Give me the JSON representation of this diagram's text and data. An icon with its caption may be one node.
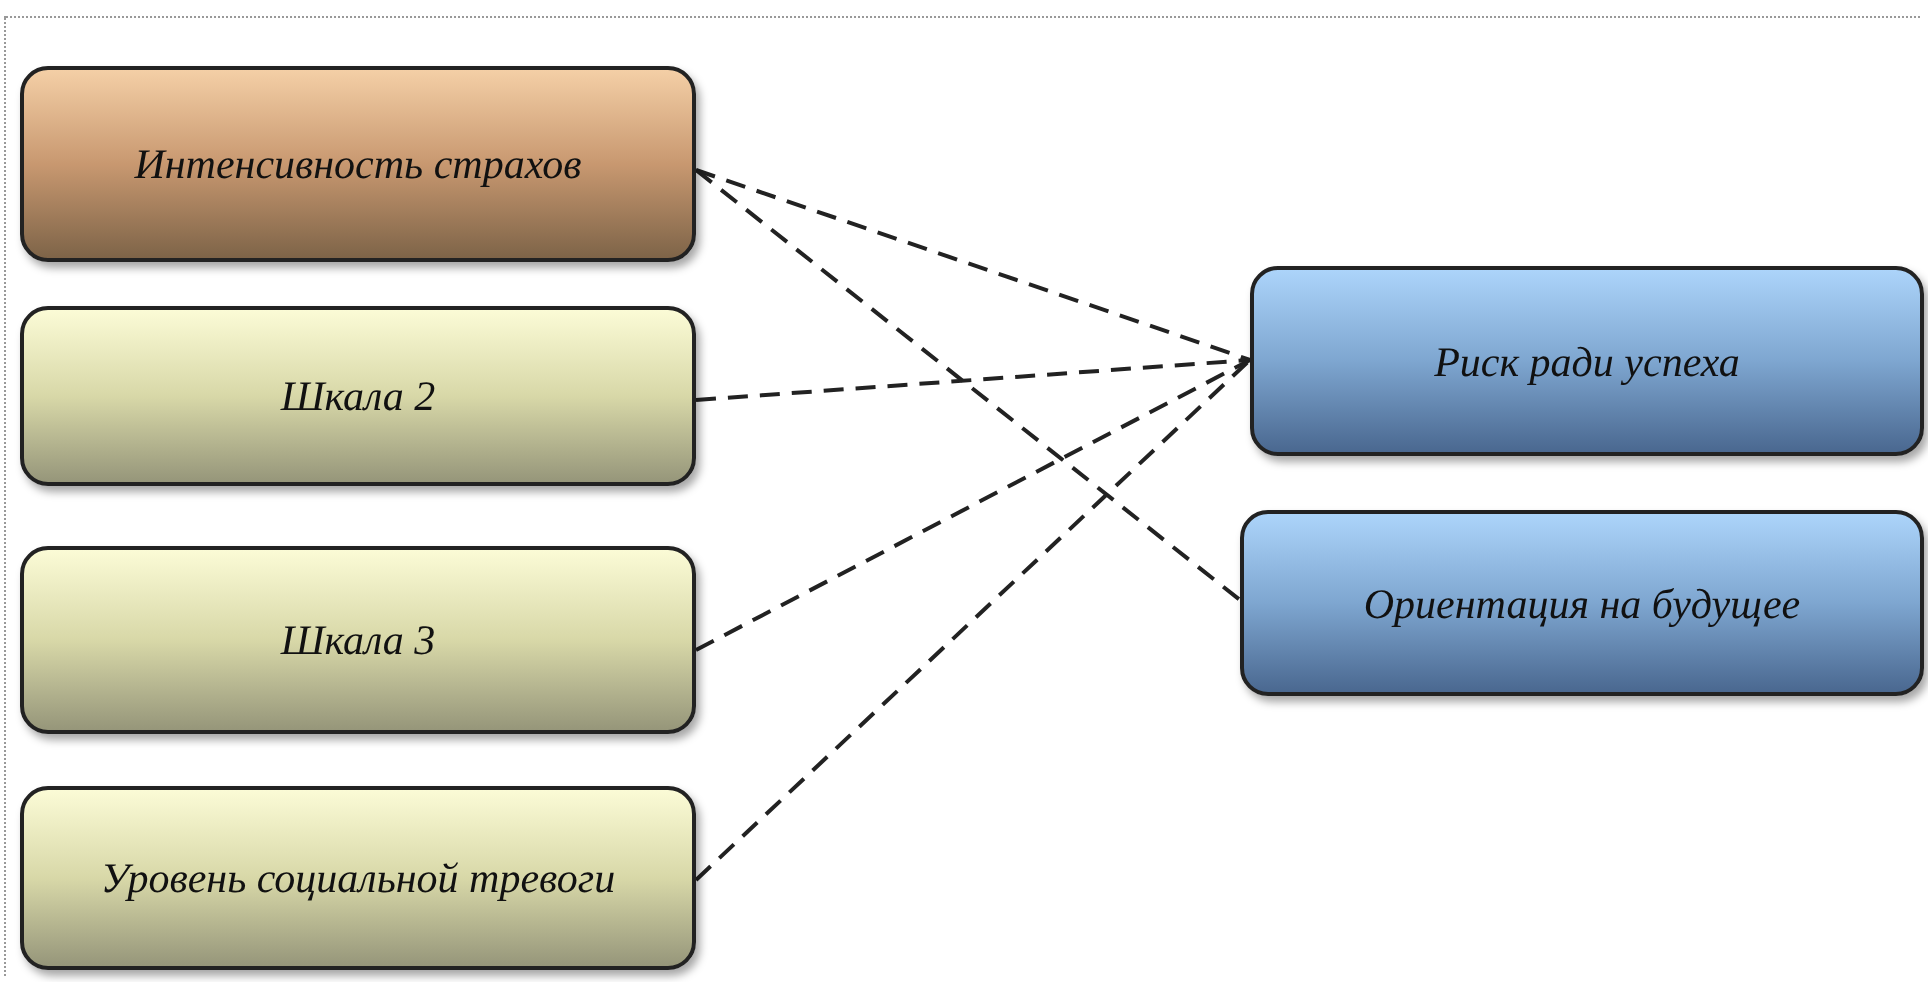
{
  "diagram": {
    "nodes": [
      {
        "text": [
          "Интенсивность страхов"
        ]
      },
      {
        "text": [
          "Шкала 2"
        ]
      },
      {
        "text": [
          "Шкала 3"
        ]
      },
      {
        "text": [
          "Уровень социальной тревоги"
        ]
      },
      {
        "text": [
          "Риск ради успеха"
        ]
      },
      {
        "text": [
          "Ориентация на будущее"
        ]
      }
    ],
    "edges": [
      {
        "from": 0,
        "to": 4,
        "arrow": "none",
        "style": "dashed"
      },
      {
        "from": 0,
        "to": 5,
        "arrow": "none",
        "style": "dashed"
      },
      {
        "from": 1,
        "to": 4,
        "arrow": "none",
        "style": "dashed"
      },
      {
        "from": 2,
        "to": 4,
        "arrow": "none",
        "style": "dashed"
      },
      {
        "from": 3,
        "to": 4,
        "arrow": "none",
        "style": "dashed"
      }
    ]
  }
}
